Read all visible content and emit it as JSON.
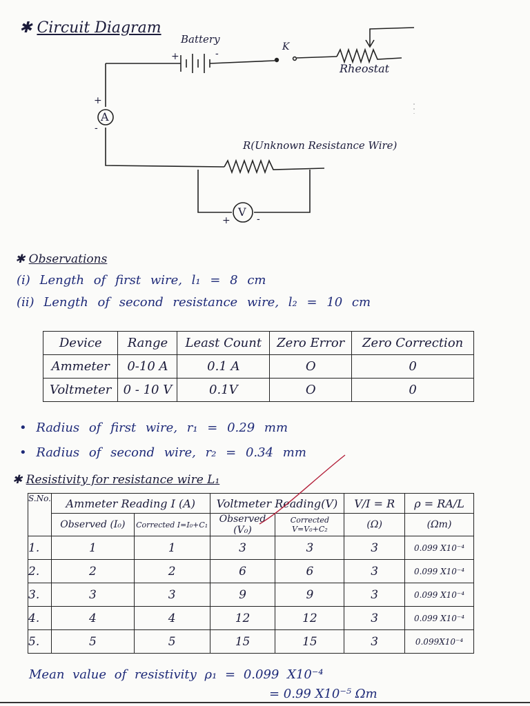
{
  "circuit": {
    "title": "Circuit Diagram",
    "battery_label": "Battery",
    "key_label": "K",
    "rheostat_label": "Rheostat",
    "ammeter_symbol": "A",
    "voltmeter_symbol": "V",
    "resistance_label": "R(Unknown Resistance Wire)",
    "plus": "+",
    "minus": "-"
  },
  "observations": {
    "title": "Observations",
    "item1": "(i) Length of first wire, l₁ = 8 cm",
    "item2": "(ii) Length of second resistance wire, l₂ = 10 cm"
  },
  "device_table": {
    "headers": [
      "Device",
      "Range",
      "Least Count",
      "Zero Error",
      "Zero Correction"
    ],
    "rows": [
      [
        "Ammeter",
        "0-10 A",
        "0.1 A",
        "O",
        "0"
      ],
      [
        "Voltmeter",
        "0 - 10 V",
        "0.1V",
        "O",
        "0"
      ]
    ]
  },
  "radius": {
    "r1": "Radius of first wire, r₁ = 0.29 mm",
    "r2": "Radius of second wire, r₂ = 0.34 mm"
  },
  "resistivity": {
    "title": "Resistivity for resistance wire L₁",
    "headers": {
      "sno": "S.No.",
      "ammeter": "Ammeter Reading I (A)",
      "voltmeter": "Voltmeter Reading(V)",
      "vi": "V/I = R",
      "rho": "ρ = RA/L",
      "amm_obs": "Observed (I₀)",
      "amm_cor": "Corrected I=I₀+C₁",
      "volt_obs": "Observed (V₀)",
      "volt_cor": "Corrected V=V₀+C₂",
      "vi_unit": "(Ω)",
      "rho_unit": "(Ωm)"
    },
    "rows": [
      [
        "1.",
        "1",
        "1",
        "3",
        "3",
        "3",
        "0.099 X10⁻⁴"
      ],
      [
        "2.",
        "2",
        "2",
        "6",
        "6",
        "3",
        "0.099 X10⁻⁴"
      ],
      [
        "3.",
        "3",
        "3",
        "9",
        "9",
        "3",
        "0.099 X10⁻⁴"
      ],
      [
        "4.",
        "4",
        "4",
        "12",
        "12",
        "3",
        "0.099 X10⁻⁴"
      ],
      [
        "5.",
        "5",
        "5",
        "15",
        "15",
        "3",
        "0.099X10⁻⁴"
      ]
    ],
    "mean_label": "Mean value of resistivity ρ₁ = 0.099 X10⁻⁴",
    "mean_value2": "= 0.99 X10⁻⁵ Ωm"
  },
  "colors": {
    "ink": "#1b1b3a",
    "correction_stroke": "#b3203a"
  }
}
